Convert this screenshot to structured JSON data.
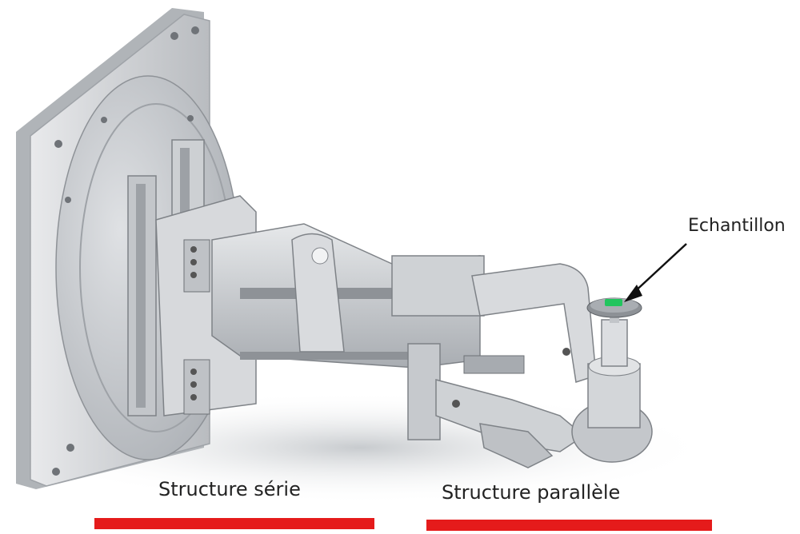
{
  "labels": {
    "sample": "Echantillon",
    "serial_structure": "Structure série",
    "parallel_structure": "Structure parallèle"
  },
  "colors": {
    "underline": "#e51b1b",
    "sample_marker": "#22c55e",
    "metal": "#c9cdd1"
  },
  "icons": [
    "arrow-pointer"
  ]
}
